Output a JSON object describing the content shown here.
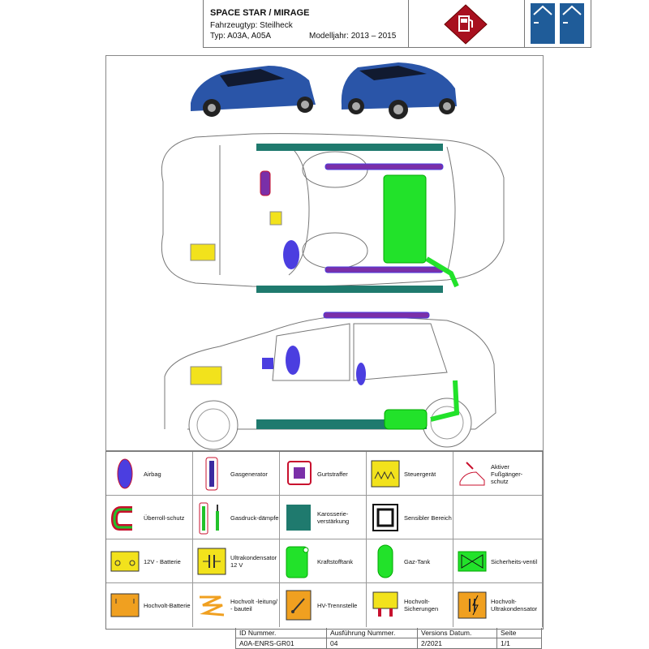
{
  "header": {
    "title": "SPACE STAR / MIRAGE",
    "vehicle_type": "Fahrzeugtyp: Steilheck",
    "type_label": "Typ: A03A, A05A",
    "model_year": "Modelljahr: 2013 – 2015",
    "fuel_icon": "fuel-pump-icon",
    "doors_icon": "four-door-icon"
  },
  "colors": {
    "airbag": "#4b3ee0",
    "gas_generator": "#7a2fa8",
    "reinforcement": "#1f7a6e",
    "fuel_tank": "#22e22a",
    "battery": "#f2e21c",
    "hv_orange": "#f0a020",
    "warning_red": "#c8102e"
  },
  "legend": {
    "items": [
      {
        "label": "Airbag",
        "icon": "airbag-icon"
      },
      {
        "label": "Gasgenerator",
        "icon": "gas-generator-icon"
      },
      {
        "label": "Gurtstraffer",
        "icon": "belt-tensioner-icon"
      },
      {
        "label": "Steuergerät",
        "icon": "control-unit-icon"
      },
      {
        "label": "Aktiver Fußgänger-schutz",
        "icon": "pedestrian-protection-icon"
      },
      {
        "label": "Überroll-schutz",
        "icon": "rollover-protection-icon"
      },
      {
        "label": "Gasdruck-dämpfe",
        "icon": "gas-strut-icon"
      },
      {
        "label": "Karosserie-verstärkung",
        "icon": "body-reinforcement-icon"
      },
      {
        "label": "Sensibler Bereich",
        "icon": "sensitive-area-icon"
      },
      {
        "label": "",
        "icon": ""
      },
      {
        "label": "12V - Batterie",
        "icon": "battery-12v-icon"
      },
      {
        "label": "Ultrakondensator 12 V",
        "icon": "ultracapacitor-icon"
      },
      {
        "label": "Kraftstofftank",
        "icon": "fuel-tank-icon"
      },
      {
        "label": "Gaz-Tank",
        "icon": "gas-tank-icon"
      },
      {
        "label": "Sicherheits-ventil",
        "icon": "safety-valve-icon"
      },
      {
        "label": "Hochvolt-Batterie",
        "icon": "hv-battery-icon"
      },
      {
        "label": "Hochvolt -leitung/ - bauteil",
        "icon": "hv-cable-icon"
      },
      {
        "label": "HV-Trennstelle",
        "icon": "hv-disconnect-icon"
      },
      {
        "label": "Hochvolt-Sicherungen",
        "icon": "hv-fuse-icon"
      },
      {
        "label": "Hochvolt-Ultrakondensator",
        "icon": "hv-ultracapacitor-icon"
      }
    ]
  },
  "footer": {
    "id_header": "ID Nummer.",
    "id_value": "A0A-ENRS-GR01",
    "version_header": "Ausführung Nummer.",
    "version_value": "04",
    "date_header": "Versions Datum.",
    "date_value": "2/2021",
    "page_header": "Seite",
    "page_value": "1/1"
  }
}
